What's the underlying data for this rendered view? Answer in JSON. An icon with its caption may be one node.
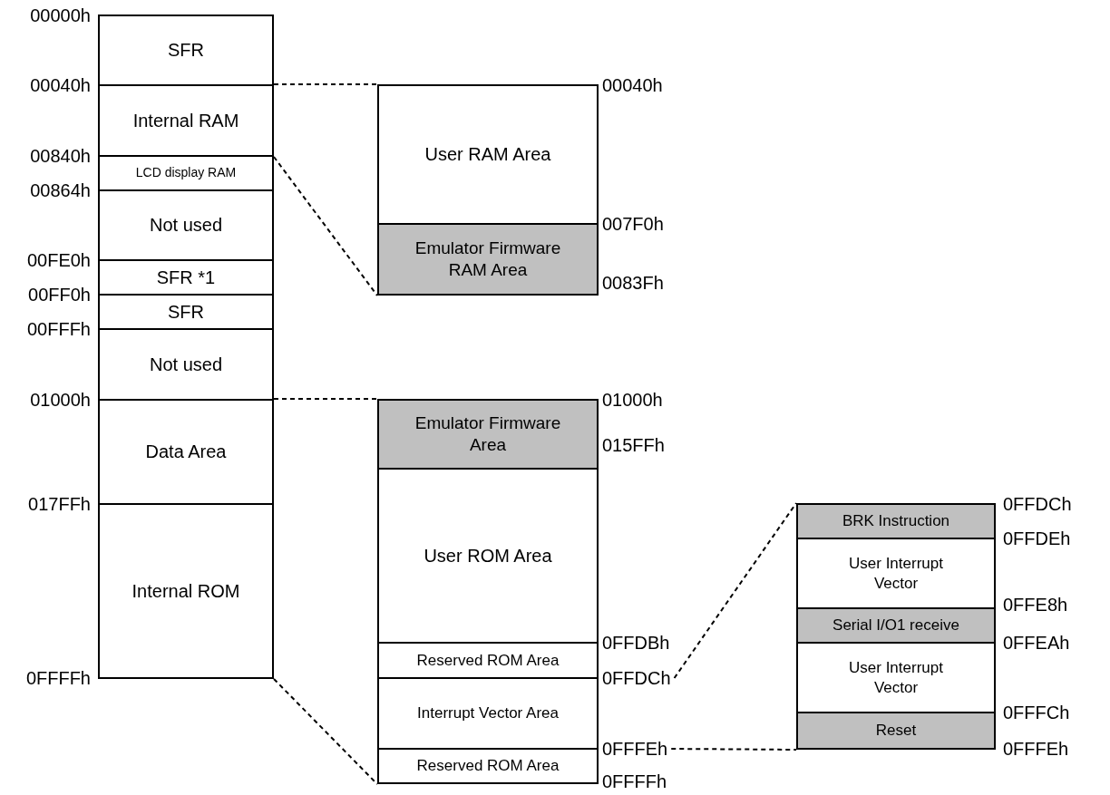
{
  "diagram": {
    "nodes": [
      {
        "text": [
          "SFR"
        ]
      },
      {
        "text": [
          "Internal RAM"
        ]
      },
      {
        "text": [
          "LCD display RAM"
        ]
      },
      {
        "text": [
          "Not used"
        ]
      },
      {
        "text": [
          "SFR *1"
        ]
      },
      {
        "text": [
          "SFR"
        ]
      },
      {
        "text": [
          "Not used"
        ]
      },
      {
        "text": [
          "Data Area"
        ]
      },
      {
        "text": [
          "Internal ROM"
        ]
      },
      {
        "text": [
          "User RAM Area"
        ]
      },
      {
        "text": [
          "Emulator Firmware RAM Area"
        ]
      },
      {
        "text": [
          "Emulator Firmware Area"
        ]
      },
      {
        "text": [
          "User ROM Area"
        ]
      },
      {
        "text": [
          "Reserved ROM Area"
        ]
      },
      {
        "text": [
          "Interrupt Vector Area"
        ]
      },
      {
        "text": [
          "Reserved ROM Area"
        ]
      },
      {
        "text": [
          "0FFDCh"
        ]
      },
      {
        "text": [
          "0FFFEh"
        ]
      },
      {
        "text": [
          "BRK Instruction"
        ]
      },
      {
        "text": [
          "User Interrupt Vector"
        ]
      },
      {
        "text": [
          "Serial I/O1 receive"
        ]
      },
      {
        "text": [
          "User Interrupt Vector"
        ]
      },
      {
        "text": [
          "Reset"
        ]
      }
    ],
    "edges": [
      {
        "from": 1,
        "to": 9,
        "arrow": "none",
        "style": "dashed"
      },
      {
        "from": 1,
        "to": 10,
        "arrow": "none",
        "style": "dashed"
      },
      {
        "from": 7,
        "to": 11,
        "arrow": "none",
        "style": "dashed"
      },
      {
        "from": 8,
        "to": 15,
        "arrow": "none",
        "style": "dashed"
      },
      {
        "from": 16,
        "to": 18,
        "arrow": "none",
        "style": "dashed"
      },
      {
        "from": 17,
        "to": 22,
        "arrow": "none",
        "style": "dashed"
      }
    ],
    "labels": [
      "00000h",
      "00040h",
      "00840h",
      "00864h",
      "00FE0h",
      "00FF0h",
      "00FFFh",
      "01000h",
      "017FFh",
      "0FFFFh",
      "00040h",
      "007F0h",
      "0083Fh",
      "01000h",
      "015FFh",
      "0FFDBh",
      "0FFFFh",
      "0FFDCh",
      "0FFDEh",
      "0FFE8h",
      "0FFEAh",
      "0FFFCh",
      "0FFFEh"
    ]
  }
}
